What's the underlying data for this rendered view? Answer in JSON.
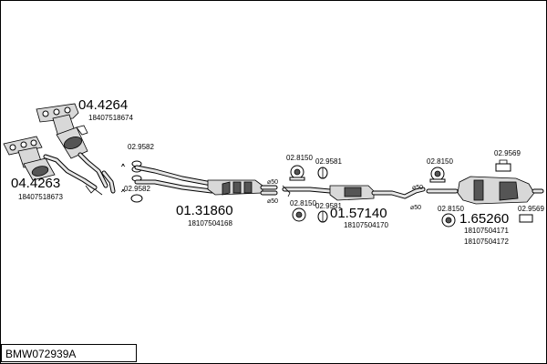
{
  "reference": "BMW072939A",
  "parts": [
    {
      "part_no": "04.4264",
      "oe": "18407518674"
    },
    {
      "part_no": "04.4263",
      "oe": "18407518673"
    },
    {
      "part_no": "01.31860",
      "oe": "18107504168"
    },
    {
      "part_no": "01.57140",
      "oe": "18107504170"
    },
    {
      "part_no": "1.65260",
      "oe": [
        "18107504171",
        "18107504172"
      ]
    }
  ],
  "hardware": [
    "02.9582",
    "02.9582",
    "02.8150",
    "02.9581",
    "02.8150",
    "02.9581",
    "02.8150",
    "02.8150",
    "02.9569",
    "02.9569"
  ],
  "diameter_marks": [
    "⌀50",
    "⌀50",
    "⌀50",
    "⌀50"
  ]
}
